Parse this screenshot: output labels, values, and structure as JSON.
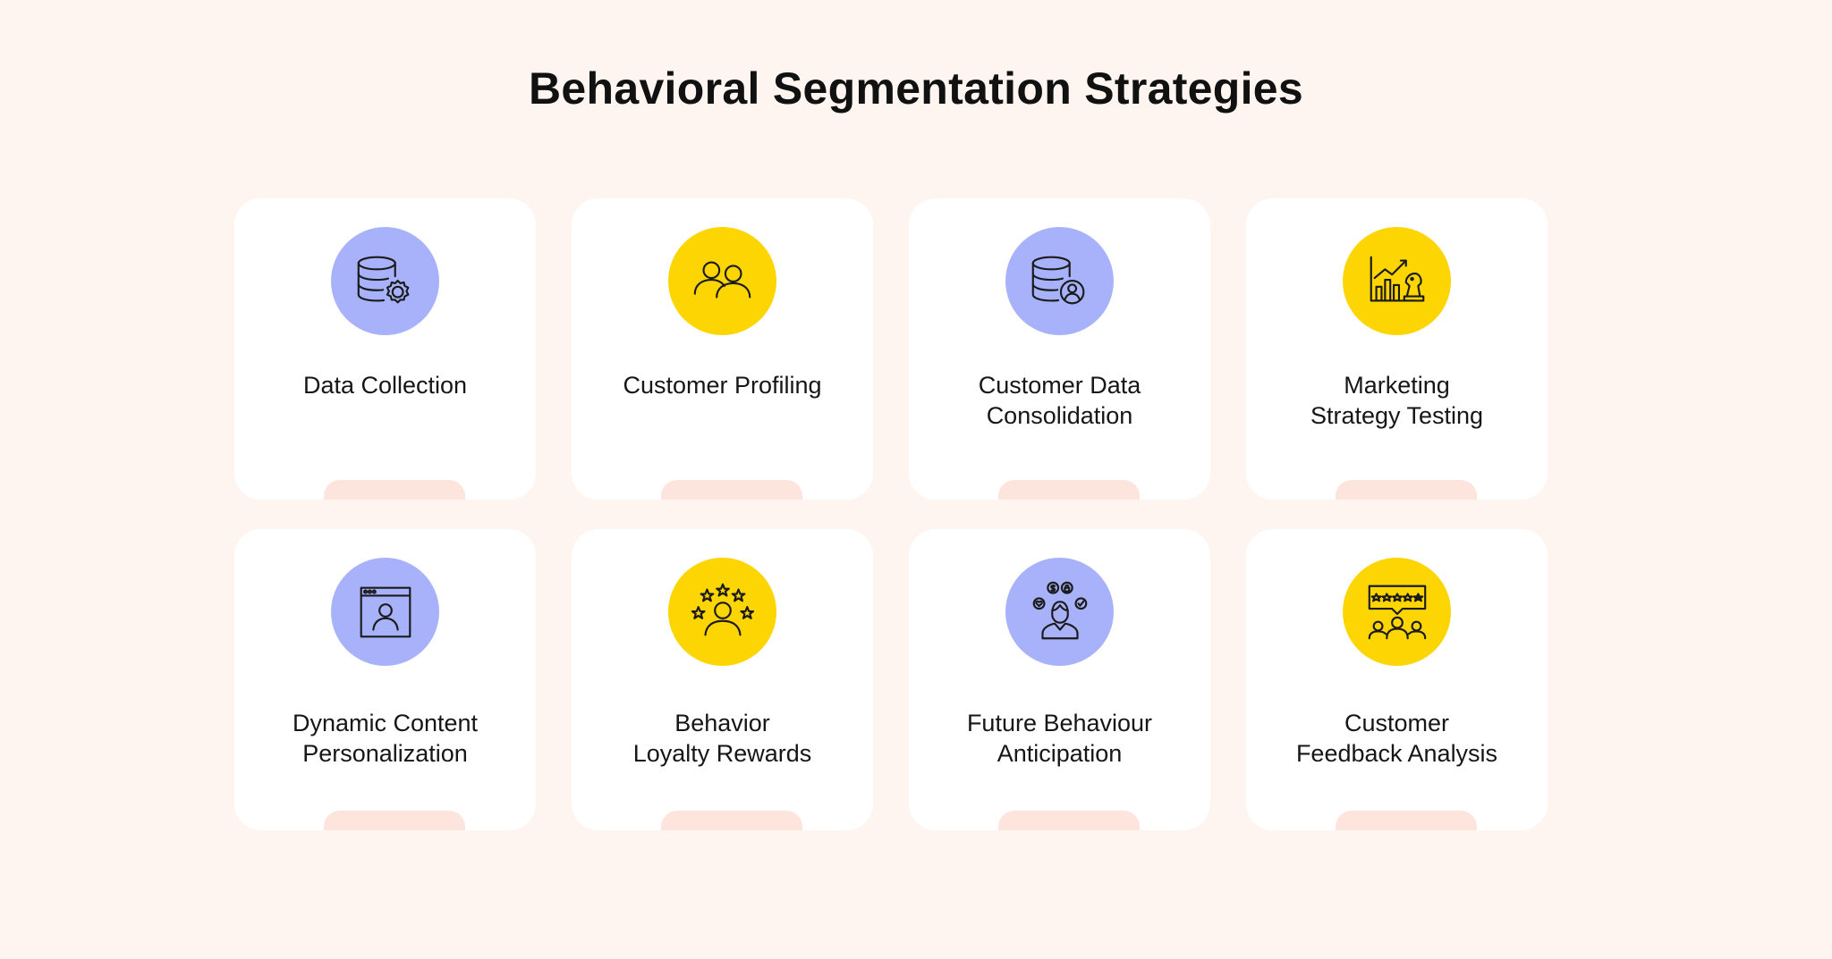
{
  "title": "Behavioral Segmentation Strategies",
  "colors": {
    "background": "#fef5f1",
    "card": "#ffffff",
    "tab": "#fde4dc",
    "lavender": "#a7b2fb",
    "yellow": "#fdd502"
  },
  "cards": [
    {
      "label": "Data Collection",
      "icon": "database-gear-icon",
      "circle_color": "#a7b2fb"
    },
    {
      "label": "Customer Profiling",
      "icon": "users-icon",
      "circle_color": "#fdd502"
    },
    {
      "label": "Customer Data\nConsolidation",
      "icon": "database-user-icon",
      "circle_color": "#a7b2fb"
    },
    {
      "label": "Marketing\nStrategy Testing",
      "icon": "chart-chess-icon",
      "circle_color": "#fdd502"
    },
    {
      "label": "Dynamic Content\nPersonalization",
      "icon": "browser-user-icon",
      "circle_color": "#a7b2fb"
    },
    {
      "label": "Behavior\nLoyalty Rewards",
      "icon": "user-stars-icon",
      "circle_color": "#fdd502"
    },
    {
      "label": "Future Behaviour\nAnticipation",
      "icon": "person-thinking-icon",
      "circle_color": "#a7b2fb"
    },
    {
      "label": "Customer\nFeedback Analysis",
      "icon": "rating-feedback-icon",
      "circle_color": "#fdd502"
    }
  ]
}
